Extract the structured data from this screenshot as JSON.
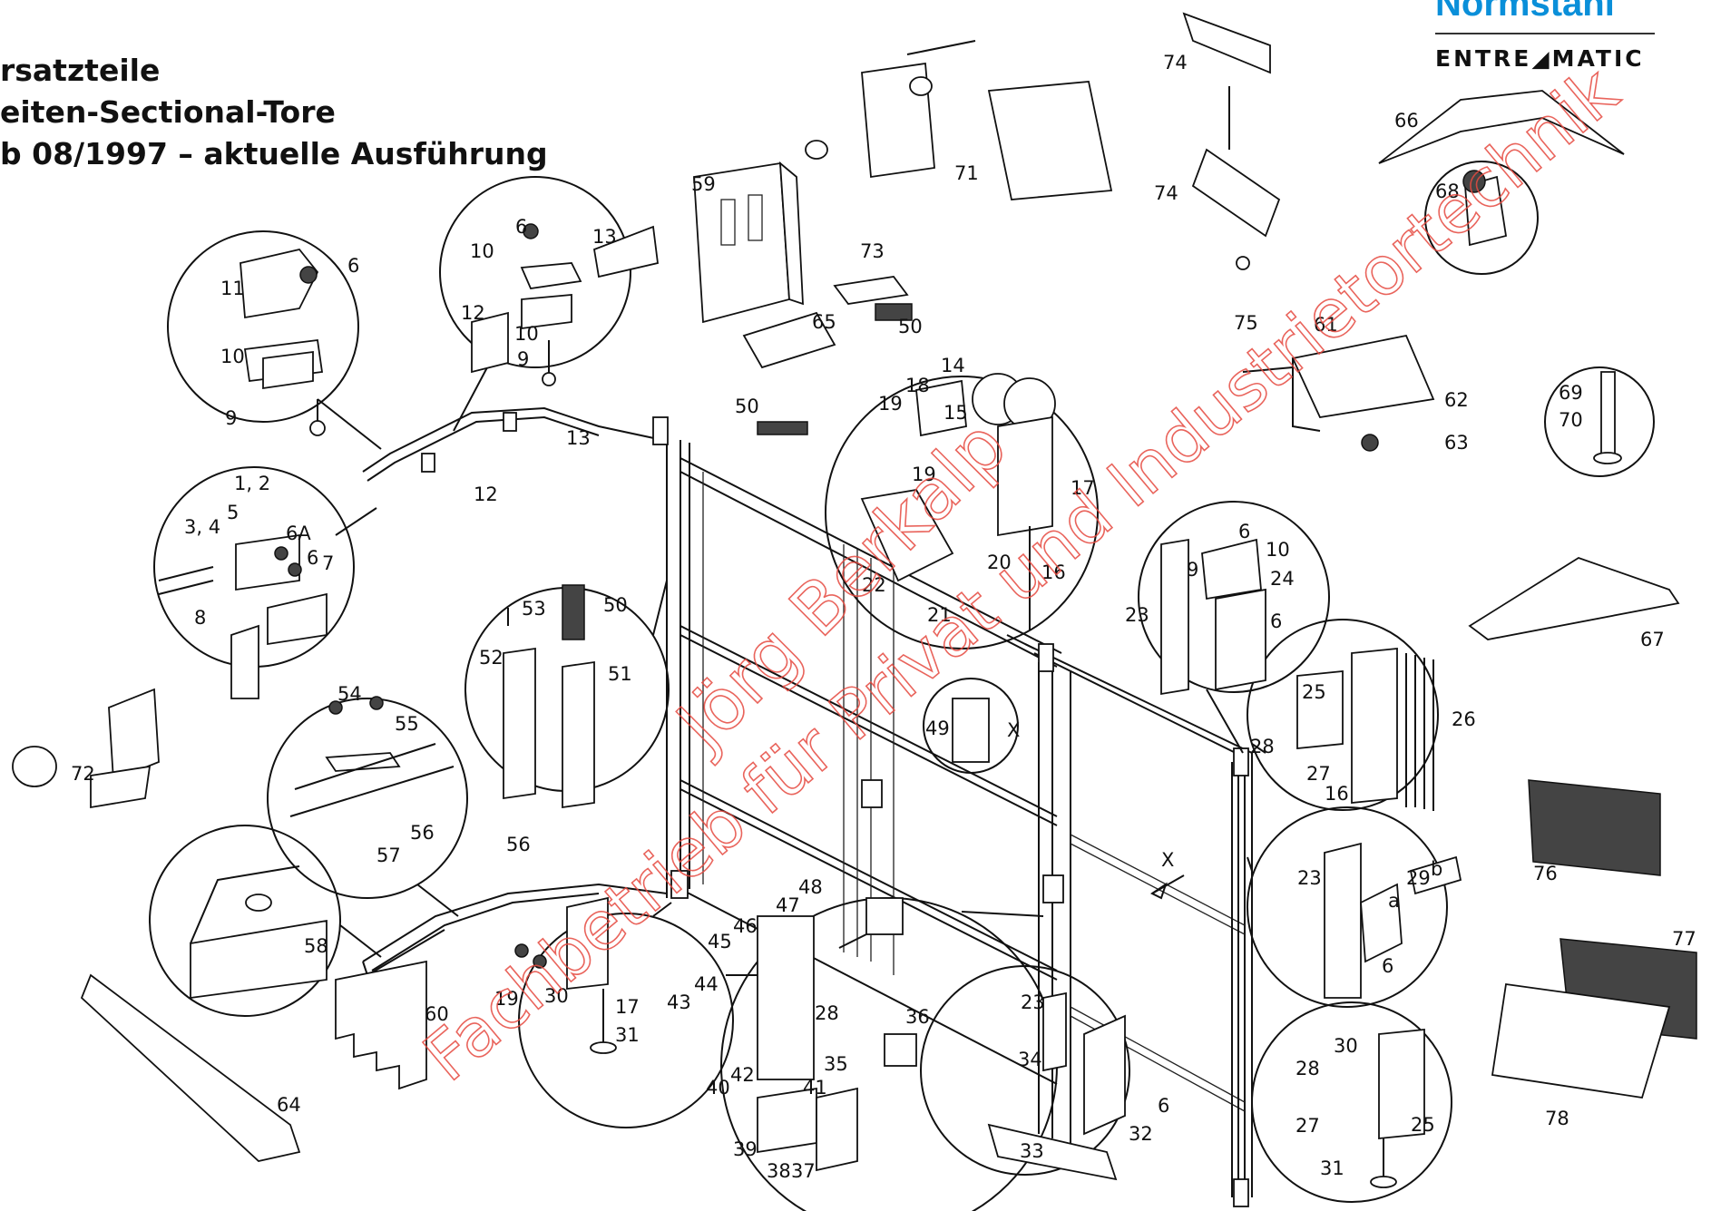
{
  "title_lines": [
    "rsatzteile",
    "eiten-Sectional-Tore",
    "b 08/1997 – aktuelle Ausführung"
  ],
  "brand": {
    "top": "Normstahl",
    "bottom": "ENTRE◢MATIC",
    "color": "#0a8fd9"
  },
  "watermark": [
    "Jörg Berkalp",
    "Fachbetrieb für Privat und Industrietortechnik"
  ],
  "watermark_color": "#e64a40",
  "callouts": [
    "1, 2",
    "3, 4",
    "5",
    "6A",
    "6",
    "7",
    "8",
    "9",
    "10",
    "11",
    "6",
    "10",
    "12",
    "13",
    "9",
    "10",
    "6",
    "13",
    "12",
    "13",
    "59",
    "73",
    "65",
    "50",
    "50",
    "71",
    "74",
    "74",
    "75",
    "66",
    "68",
    "14",
    "15",
    "18",
    "19",
    "19",
    "17",
    "20",
    "22",
    "21",
    "16",
    "61",
    "62",
    "63",
    "69",
    "70",
    "67",
    "53",
    "50",
    "52",
    "51",
    "54",
    "55",
    "56",
    "57",
    "56",
    "58",
    "49",
    "X",
    "6",
    "10",
    "9",
    "24",
    "23",
    "6",
    "25",
    "26",
    "28",
    "27",
    "16",
    "72",
    "45",
    "46",
    "47",
    "48",
    "44",
    "43",
    "19",
    "30",
    "17",
    "31",
    "28",
    "36",
    "35",
    "40",
    "42",
    "41",
    "39",
    "38",
    "37",
    "60",
    "64",
    "23",
    "34",
    "32",
    "6",
    "33",
    "X",
    "23",
    "29",
    "a",
    "b",
    "6",
    "76",
    "77",
    "30",
    "28",
    "27",
    "25",
    "31",
    "78"
  ]
}
